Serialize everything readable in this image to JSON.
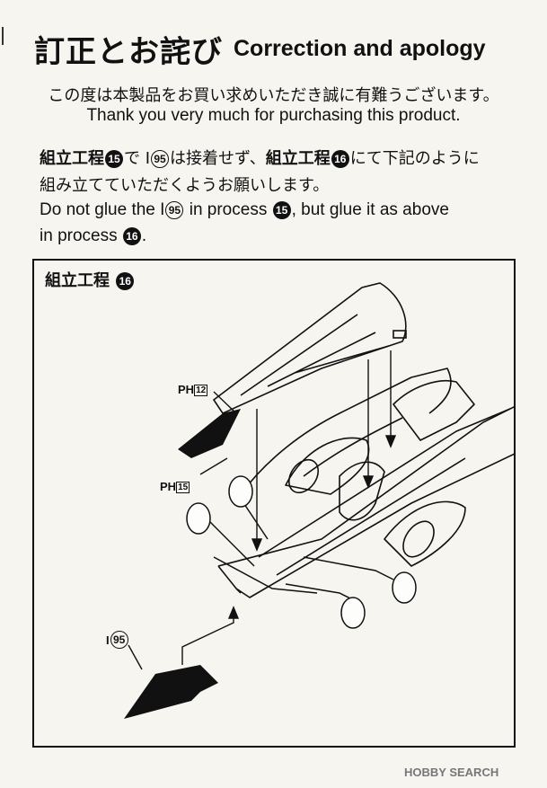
{
  "title": {
    "jp": "訂正とお詫び",
    "en": "Correction and apology"
  },
  "lead": {
    "jp": "この度は本製品をお買い求めいただき誠に有難うございます。",
    "en": "Thank you very much for purchasing this product."
  },
  "instruction": {
    "jp_line1": {
      "a": "組立工程",
      "n1": "15",
      "b": "で",
      "part": "I",
      "pn": "95",
      "c": "は接着せず、",
      "d": "組立工程",
      "n2": "16",
      "e": "にて下記のように"
    },
    "jp_line2": "組み立てていただくようお願いします。",
    "en_line1": {
      "a": "Do not glue the",
      "part": "I",
      "pn": "95",
      "b": "in process",
      "n": "15",
      "c": ", but glue it as above"
    },
    "en_line2": {
      "a": "in process",
      "n": "16",
      "b": "."
    }
  },
  "diagram": {
    "step_label": "組立工程",
    "step_num": "16",
    "labels": {
      "ph12": {
        "prefix": "PH",
        "num": "12"
      },
      "ph15": {
        "prefix": "PH",
        "num": "15"
      },
      "i95": {
        "prefix": "I",
        "num": "95"
      }
    }
  },
  "watermark": "HOBBY SEARCH"
}
